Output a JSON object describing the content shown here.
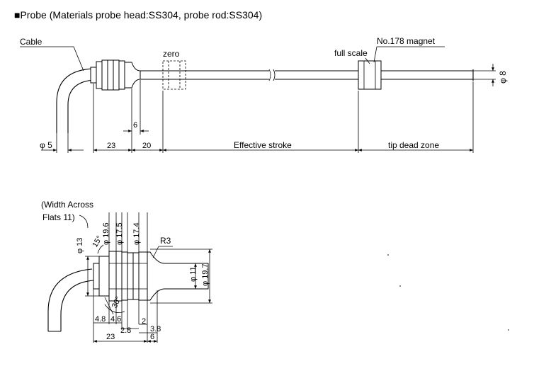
{
  "title": "■Probe (Materials probe head:SS304, probe rod:SS304)",
  "top_view": {
    "cable": "Cable",
    "zero": "zero",
    "full_scale": "full scale",
    "magnet": "No.178 magnet",
    "rod_dia": "φ 8",
    "cable_dia": "φ 5",
    "d6": "6",
    "d23": "23",
    "d20": "20",
    "effective_stroke": "Effective stroke",
    "tip_dead_zone": "tip dead zone"
  },
  "detail_view": {
    "width_across_1": "(Width Across",
    "width_across_2": "Flats 11)",
    "phi13": "φ 13",
    "deg15": "15°",
    "phi19_6": "φ 19.6",
    "phi17_5": "φ 17.5",
    "phi17_4": "φ 17.4",
    "r3": "R3",
    "phi11": "φ 11",
    "phi19_7": "φ 19.7",
    "deg30": "30°",
    "d4_8": "4.8",
    "d4_6": "4.6",
    "d2_8": "2.8",
    "d2": "2",
    "d3_8": "3.8",
    "d23": "23",
    "d6": "6"
  }
}
